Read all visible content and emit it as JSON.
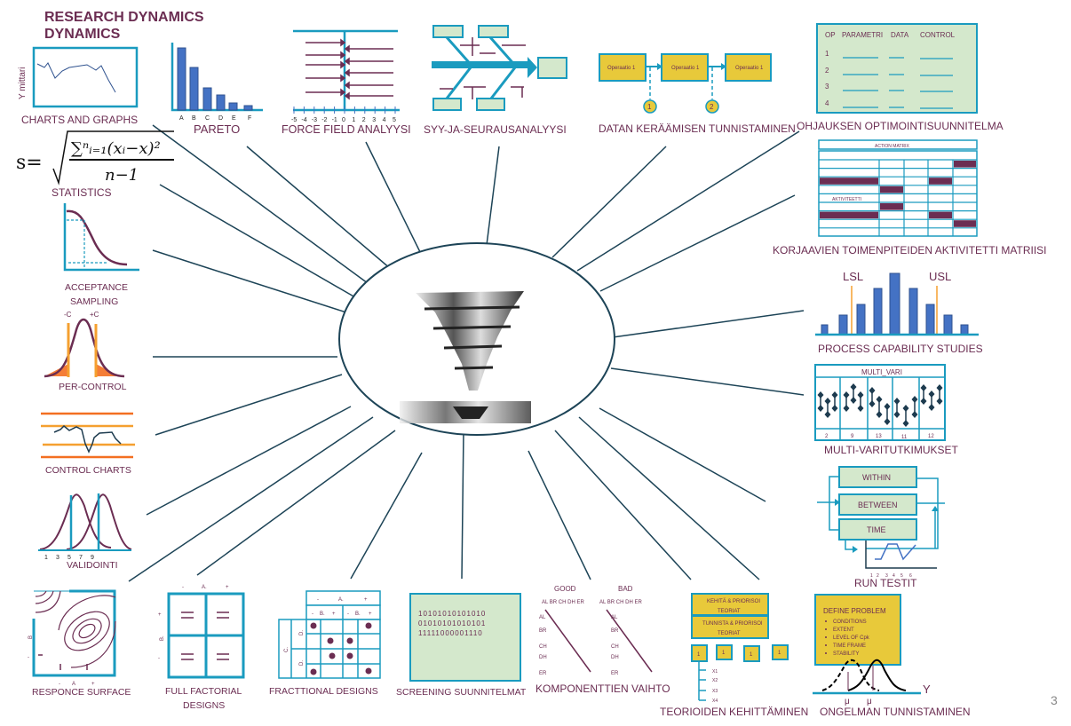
{
  "title": "RESEARCH DYNAMICS",
  "page_number": "3",
  "colors": {
    "accent_teal": "#1a9bbf",
    "label_purple": "#6b2d52",
    "bar_blue": "#4472c4",
    "box_green": "#d4e8cc",
    "box_yellow": "#e8c93a",
    "limit_orange": "#f5a030",
    "spoke": "#1d4457"
  },
  "center": {
    "icon": "funnel-icon"
  },
  "tools": {
    "charts": {
      "label": "CHARTS AND GRAPHS",
      "y_axis": "Y mittari"
    },
    "pareto": {
      "label": "PARETO",
      "categories": [
        "A",
        "B",
        "C",
        "D",
        "E",
        "F"
      ]
    },
    "force_field": {
      "label": "FORCE FIELD ANALYYSI",
      "ticks": [
        "-5",
        "-4",
        "-3",
        "-2",
        "-1",
        "0",
        "1",
        "2",
        "3",
        "4",
        "5"
      ]
    },
    "fishbone": {
      "label": "SYY-JA-SEURAUSANALYYSI"
    },
    "data_collection": {
      "label": "DATAN KERÄÄMISEN TUNNISTAMINEN",
      "ops": [
        "Operaatio 1",
        "Operaatio 1",
        "Operaatio 1"
      ],
      "points": [
        "1",
        "2"
      ]
    },
    "control_plan": {
      "label": "OHJAUKSEN OPTIMOINTISUUNNITELMA",
      "headers": [
        "OP",
        "PARAMETRI",
        "DATA",
        "CONTROL"
      ],
      "rows": [
        "1",
        "2",
        "3",
        "4"
      ]
    },
    "action_matrix": {
      "label": "KORJAAVIEN TOIMENPITEIDEN AKTIVITETTI MATRIISI",
      "title": "ACTION MATRIX",
      "row_label": "AKTIVITEETTI"
    },
    "capability": {
      "label": "PROCESS CAPABILITY STUDIES",
      "lsl": "LSL",
      "usl": "USL"
    },
    "multi_vari": {
      "label": "MULTI-VARITUTKIMUKSET",
      "title": "MULTI_VARI",
      "groups": [
        "2",
        "9",
        "13",
        "11",
        "12"
      ]
    },
    "run_tests": {
      "label": "RUN TESTIT",
      "boxes": [
        "WITHIN",
        "BETWEEN",
        "TIME"
      ],
      "ticks": [
        "1",
        "2",
        "3",
        "4",
        "5",
        "6"
      ]
    },
    "problem": {
      "label": "ONGELMAN TUNNISTAMINEN",
      "title": "DEFINE PROBLEM",
      "bullets": [
        "CONDITIONS",
        "EXTENT",
        "LEVEL OF Cpk",
        "TIME FRAME",
        "STABILITY"
      ],
      "axis": "Y",
      "mu": "μ"
    },
    "theories": {
      "label": "TEORIOIDEN KEHITTÄMINEN",
      "box1": [
        "KEHITÄ & PRIORISOI",
        "TEORIAT"
      ],
      "box2": [
        "TUNNISTA & PRIORISOI",
        "TEORIAT"
      ],
      "small": [
        "1",
        "1",
        "1",
        "1"
      ],
      "xs": [
        "X1",
        "X2",
        "X3",
        "X4"
      ]
    },
    "components": {
      "label": "KOMPONENTTIEN VAIHTO",
      "good": "GOOD",
      "bad": "BAD",
      "cols": "AL BR CH DH ER",
      "rows": [
        "AL",
        "BR",
        "CH",
        "DH",
        "ER"
      ]
    },
    "screening": {
      "label": "SCREENING SUUNNITELMAT",
      "lines": [
        "10101010101010",
        "01010101010101",
        "11111000001110"
      ]
    },
    "fractional": {
      "label": "FRACTTIONAL DESIGNS",
      "a": "A.",
      "b": "B.",
      "c": "C.",
      "d": "D.",
      "minus": "-",
      "plus": "+"
    },
    "full_factorial": {
      "label1": "FULL FACTORIAL",
      "label2": "DESIGNS",
      "a": "A.",
      "b": "B.",
      "minus": "-",
      "plus": "+"
    },
    "response_surface": {
      "label": "RESPONCE SURFACE",
      "a": "A",
      "b": "B",
      "minus": "-",
      "plus": "+"
    },
    "validation": {
      "label": "VALIDOINTI",
      "ticks": [
        "1",
        "3",
        "5",
        "7",
        "9"
      ]
    },
    "control_charts": {
      "label": "CONTROL CHARTS"
    },
    "pre_control": {
      "label": "PER-CONTROL",
      "minus_c": "-C",
      "plus_c": "+C"
    },
    "acceptance": {
      "label1": "ACCEPTANCE",
      "label2": "SAMPLING"
    },
    "statistics": {
      "label": "STATISTICS",
      "formula_lhs": "s=",
      "formula_num": "∑ⁿᵢ₌₁(xᵢ−x)²",
      "formula_den": "n−1"
    }
  }
}
